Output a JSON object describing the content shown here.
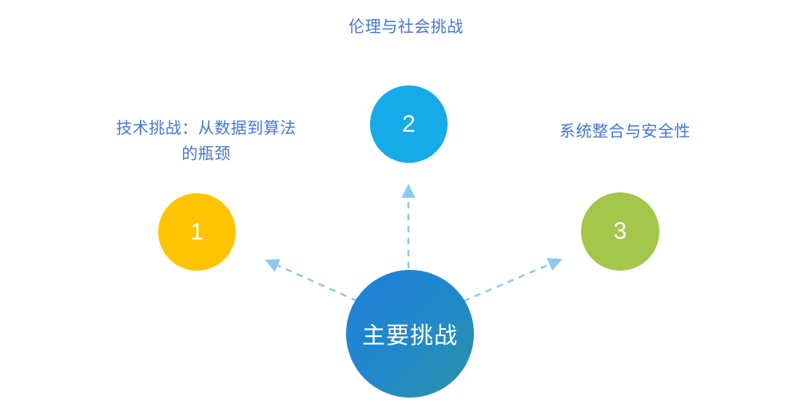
{
  "diagram": {
    "background": "#FFFFFF",
    "label_text_color": "#4577D0",
    "connector_color": "#8FC7F1",
    "center": {
      "label": "主要挑战",
      "gradient_css": "linear-gradient(135deg, #1F7FD9 0%, #2189C9 55%, #2B93A0 100%)",
      "gradient_colors": [
        "#1F7FD9",
        "#2B93A0"
      ]
    },
    "nodes": [
      {
        "number": "1",
        "label": "技术挑战：从数据到算法的瓶颈",
        "color": "#FFC400",
        "label_position": "left"
      },
      {
        "number": "2",
        "label": "伦理与社会挑战",
        "color": "#16ABE8",
        "label_position": "top"
      },
      {
        "number": "3",
        "label": "系统整合与安全性",
        "color": "#A4C64B",
        "label_position": "right"
      }
    ]
  }
}
